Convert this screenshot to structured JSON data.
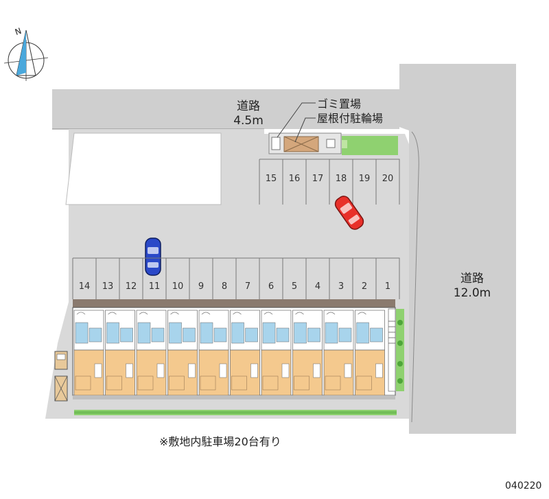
{
  "compass": {
    "label": "N",
    "icon": "north-arrow-icon"
  },
  "road_top": {
    "name": "道路",
    "width": "4.5m"
  },
  "road_right": {
    "name": "道路",
    "width": "12.0m"
  },
  "legend": {
    "garbage": "ゴミ置場",
    "bike_parking": "屋根付駐輪場"
  },
  "parking_top": [
    "15",
    "16",
    "17",
    "18",
    "19",
    "20"
  ],
  "parking_bottom": [
    "14",
    "13",
    "12",
    "11",
    "10",
    "9",
    "8",
    "7",
    "6",
    "5",
    "4",
    "3",
    "2",
    "1"
  ],
  "note": "※敷地内駐車場20台有り",
  "code": "040220",
  "colors": {
    "road": "#cfcfcf",
    "lot": "#d9d9d9",
    "building_roof": "#8a7a6e",
    "room_wet": "#a8d4ec",
    "room_floor": "#f4c98e",
    "green": "#6ec85a",
    "car_red": "#e8302a",
    "car_blue": "#2a48c8"
  }
}
